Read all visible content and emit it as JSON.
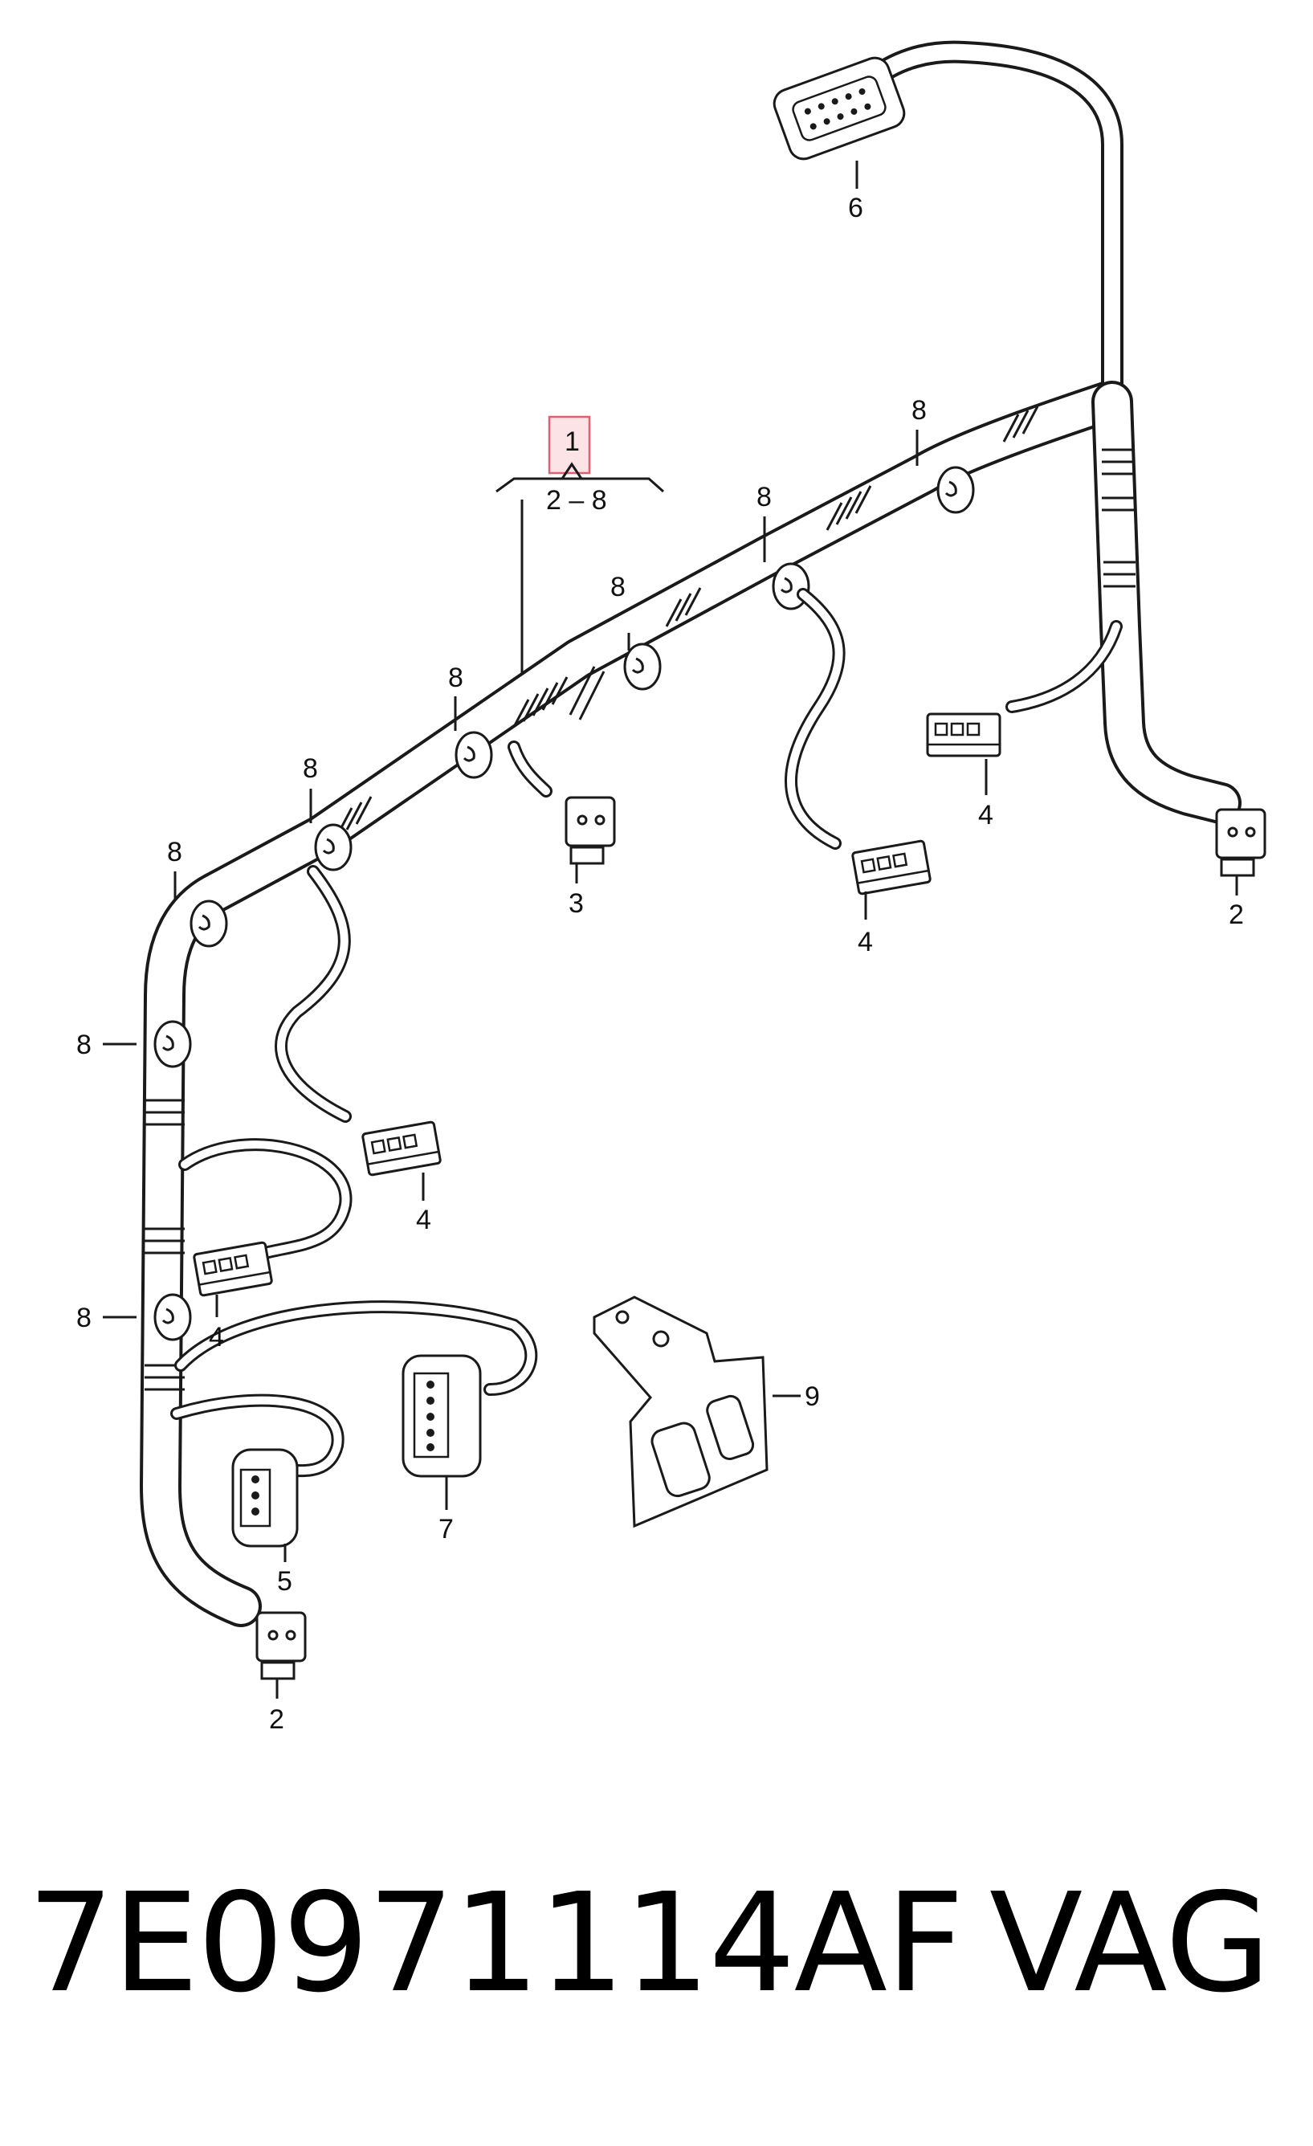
{
  "callouts": {
    "main": "1",
    "range": "2 – 8",
    "c2a": "2",
    "c2b": "2",
    "c3": "3",
    "c4a": "4",
    "c4b": "4",
    "c4c": "4",
    "c4d": "4",
    "c5": "5",
    "c6": "6",
    "c7": "7",
    "c8": "8",
    "c9": "9"
  },
  "footer": {
    "part_number": "7E0971114AF",
    "brand": "VAG"
  },
  "colors": {
    "line": "#1a1a1a",
    "highlight_box": "#e06070",
    "highlight_fill": "#fbe3e6"
  }
}
